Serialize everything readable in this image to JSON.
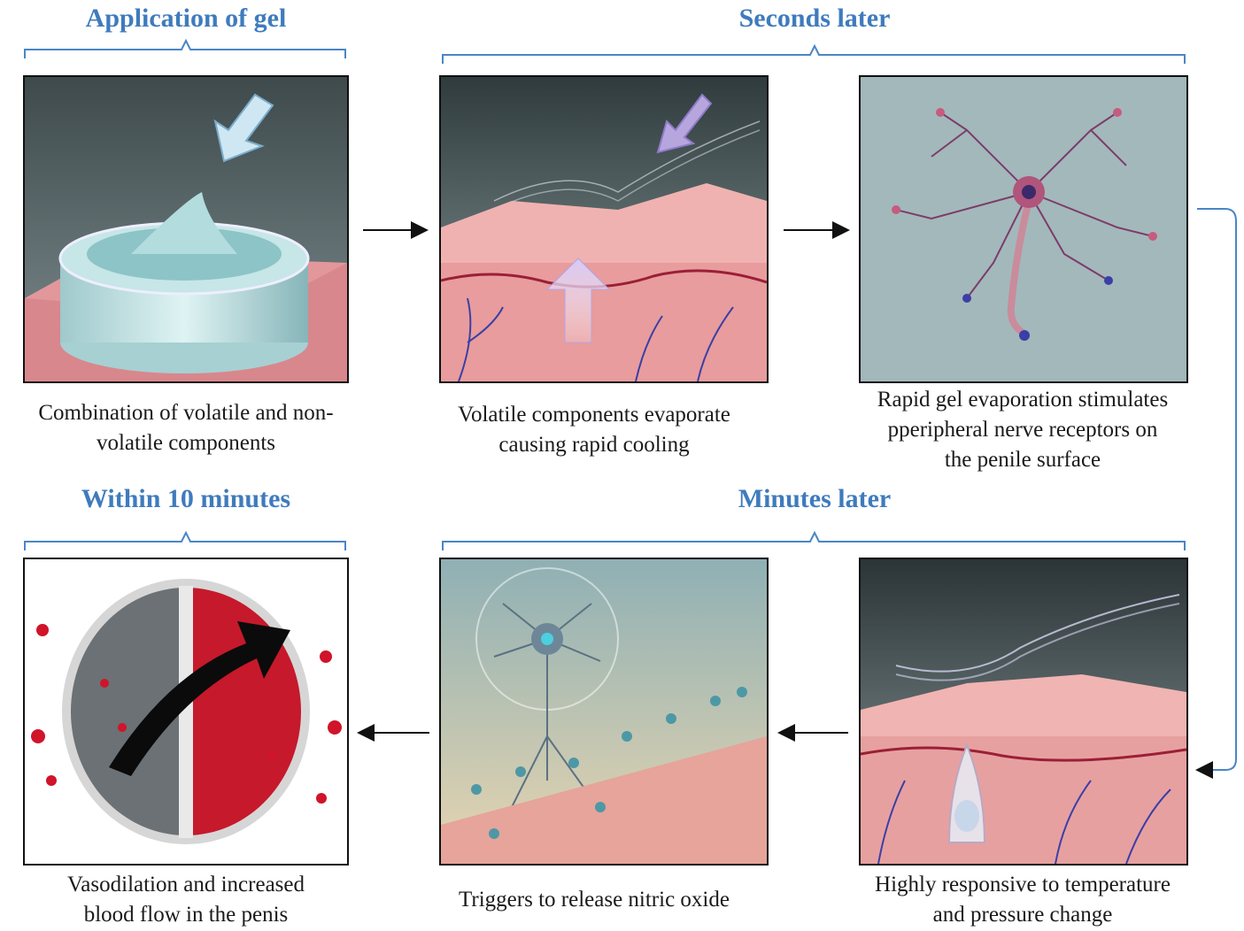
{
  "stages": {
    "application": "Application of gel",
    "seconds": "Seconds later",
    "within": "Within 10 minutes",
    "minutes": "Minutes later"
  },
  "captions": {
    "p1": [
      "Combination of volatile and non-",
      "volatile components"
    ],
    "p2": [
      "Volatile components evaporate",
      "causing rapid cooling"
    ],
    "p3": [
      "Rapid gel evaporation stimulates",
      "pperipheral nerve receptors on",
      "the penile surface"
    ],
    "p4": [
      "Highly responsive to temperature",
      "and pressure change"
    ],
    "p5": [
      "Triggers to release nitric oxide"
    ],
    "p6": [
      "Vasodilation and increased",
      "blood flow in the penis"
    ]
  },
  "colors": {
    "stage_title": "#3f7bbd",
    "bracket": "#4a86c4",
    "arrow": "#111111"
  }
}
